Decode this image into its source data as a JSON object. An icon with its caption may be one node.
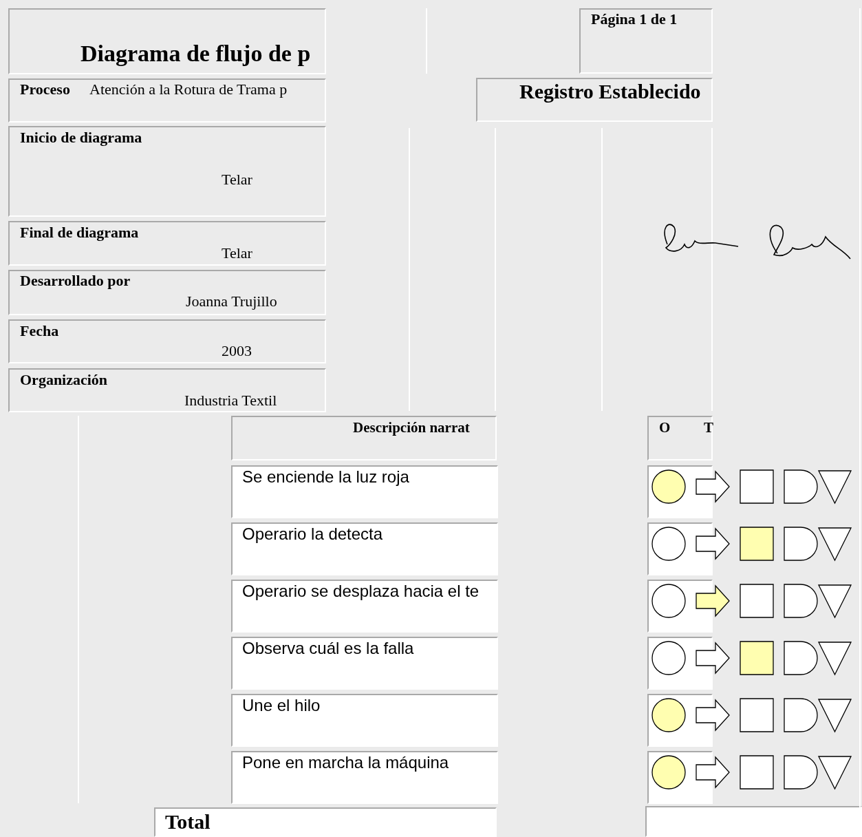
{
  "diagram": {
    "title": "Diagrama de flujo de p",
    "labels": [
      "Página 1 de 1",
      "Proceso",
      "Atención a la Rotura de Trama p",
      "Registro Establecido",
      "Inicio de diagrama",
      "Telar",
      "Final de diagrama",
      "Telar",
      "Desarrollado por",
      "Joanna Trujillo",
      "Fecha",
      "2003",
      "Organización",
      "Industria Textil",
      "Descripción narrat",
      "O",
      "T",
      "Se enciende la luz roja",
      "Operario la detecta",
      "Operario se desplaza hacia el te",
      "Observa cuál es la falla",
      "Une el hilo",
      "Pone en marcha la máquina",
      "Total"
    ]
  }
}
